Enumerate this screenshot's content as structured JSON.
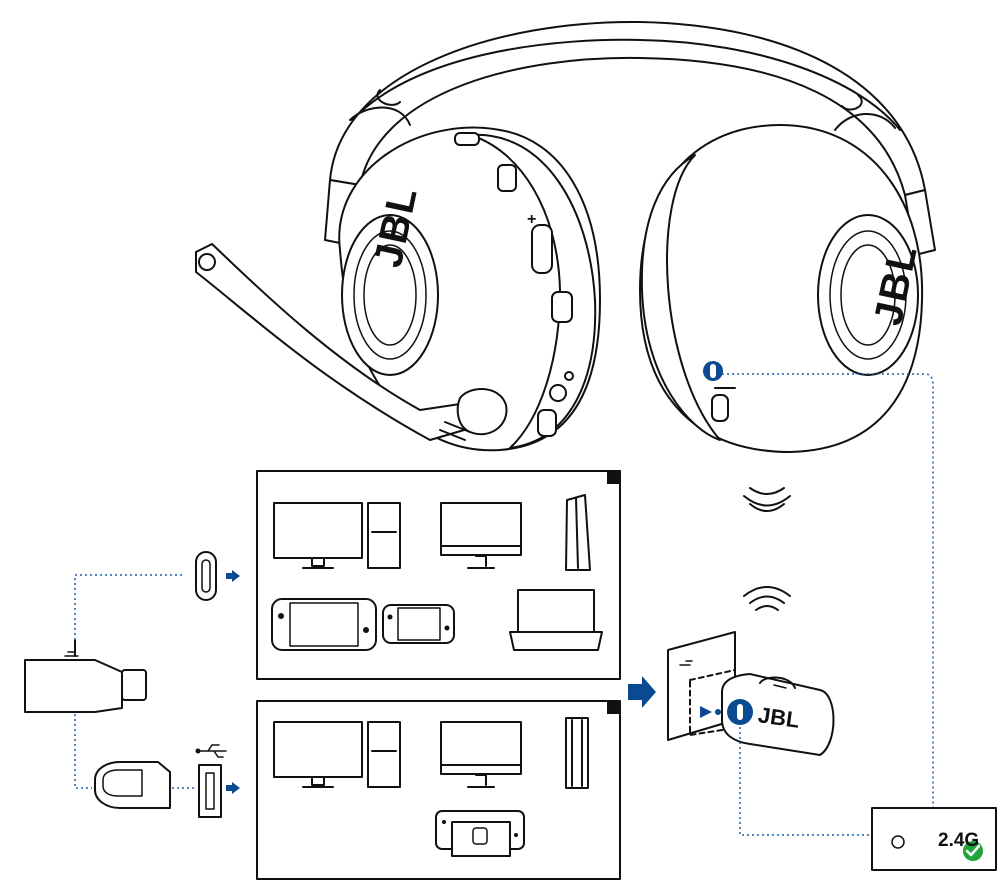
{
  "headset": {
    "brand_left": "JBL",
    "brand_right": "JBL"
  },
  "dongle": {
    "brand": "JBL"
  },
  "status_box": {
    "mode_label": "2.4G"
  },
  "colors": {
    "accent_blue": "#0b4a92",
    "check_green": "#1fa33a",
    "line": "#111111",
    "link_dots": "#1b5fa8"
  },
  "icons": {
    "usb_c_port": "usb-c-port-icon",
    "usb_a_port": "usb-a-port-icon",
    "usb_symbol": "usb-symbol-icon",
    "bluetooth_waves": "wireless-waves-icon",
    "check": "check-icon"
  }
}
